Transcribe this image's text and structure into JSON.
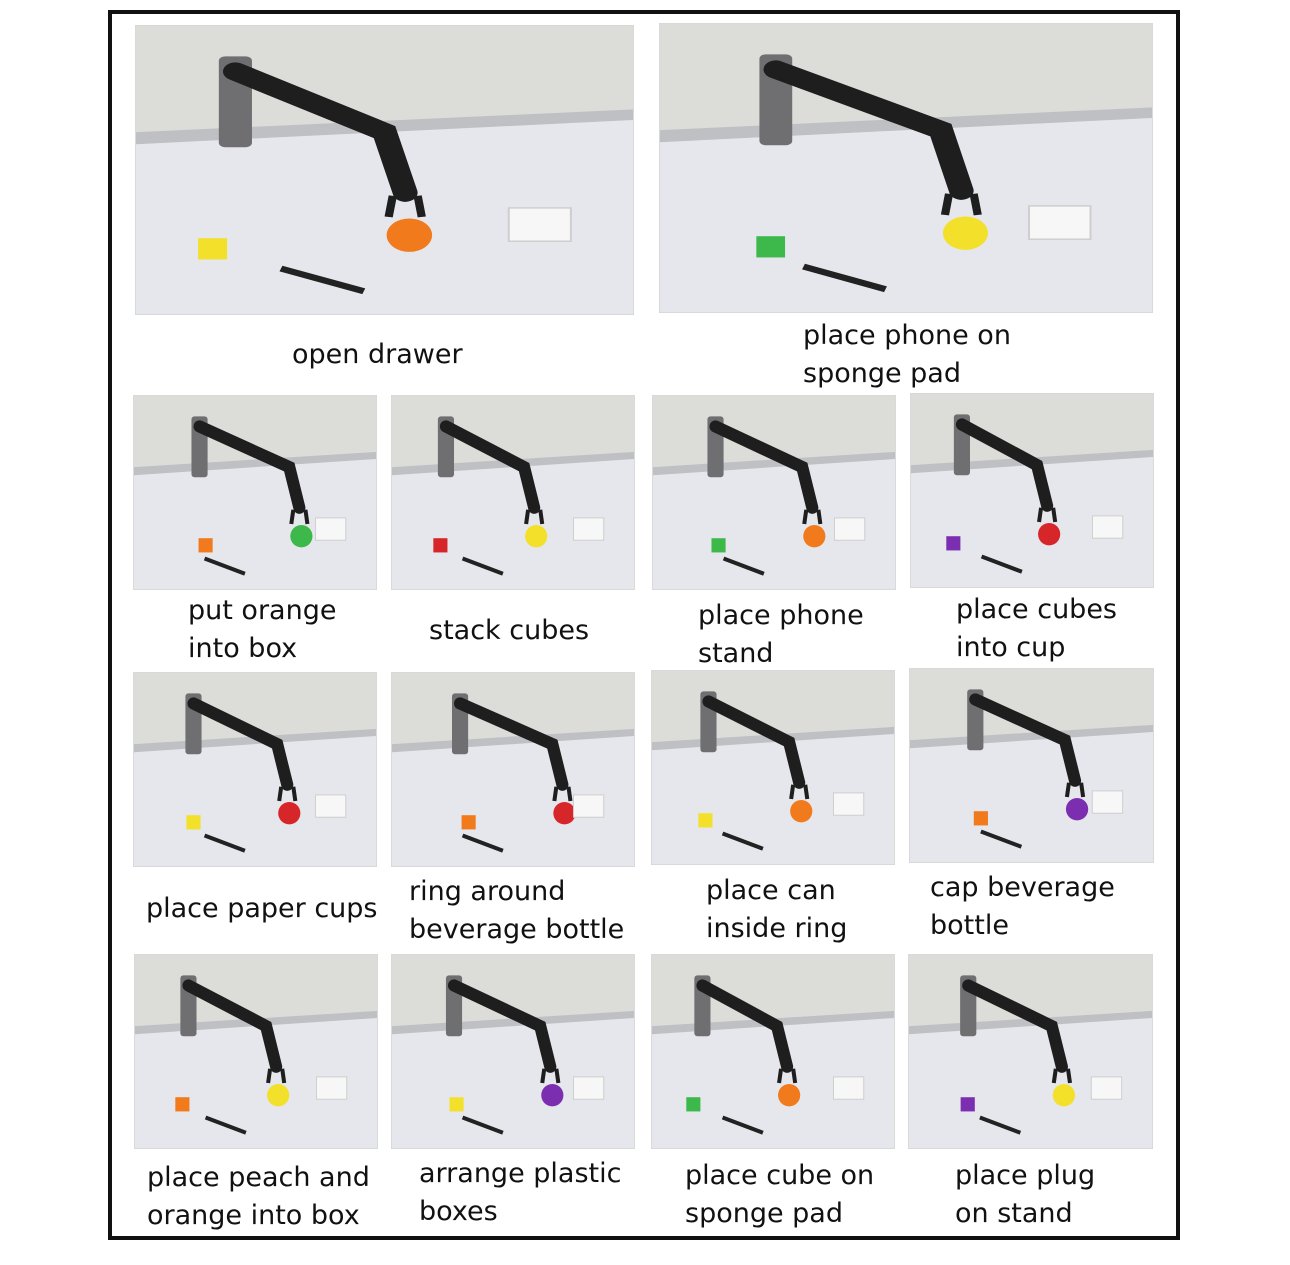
{
  "captions": {
    "open_drawer": "open drawer",
    "place_phone_on_sponge_pad": "place phone on\nsponge pad",
    "put_orange_into_box": "put orange\ninto box",
    "stack_cubes": "stack cubes",
    "place_phone_stand": "place phone\nstand",
    "place_cubes_into_cup": "place cubes\ninto cup",
    "place_paper_cups": "place paper cups",
    "ring_around_beverage_bottle": "ring around\nbeverage bottle",
    "place_can_inside_ring": "place can\ninside ring",
    "cap_beverage_bottle": "cap beverage\nbottle",
    "place_peach_and_orange_into_box": "place peach and\norange into box",
    "arrange_plastic_boxes": "arrange plastic\nboxes",
    "place_cube_on_sponge_pad": "place cube on\nsponge pad",
    "place_plug_on_stand": "place plug\non stand"
  },
  "colors": {
    "frame": "#111111",
    "table": "#e6e7ec",
    "wall": "#dcdcd8",
    "robot": "#1e1e1e",
    "robot_grey": "#6f6f72",
    "orange": "#f07a1c",
    "green": "#3db84a",
    "yellow": "#f2e02a",
    "red": "#d6262a",
    "purple": "#7b2fb0"
  },
  "icons": [
    "robot-arm-photo",
    "tabletop-scene"
  ]
}
